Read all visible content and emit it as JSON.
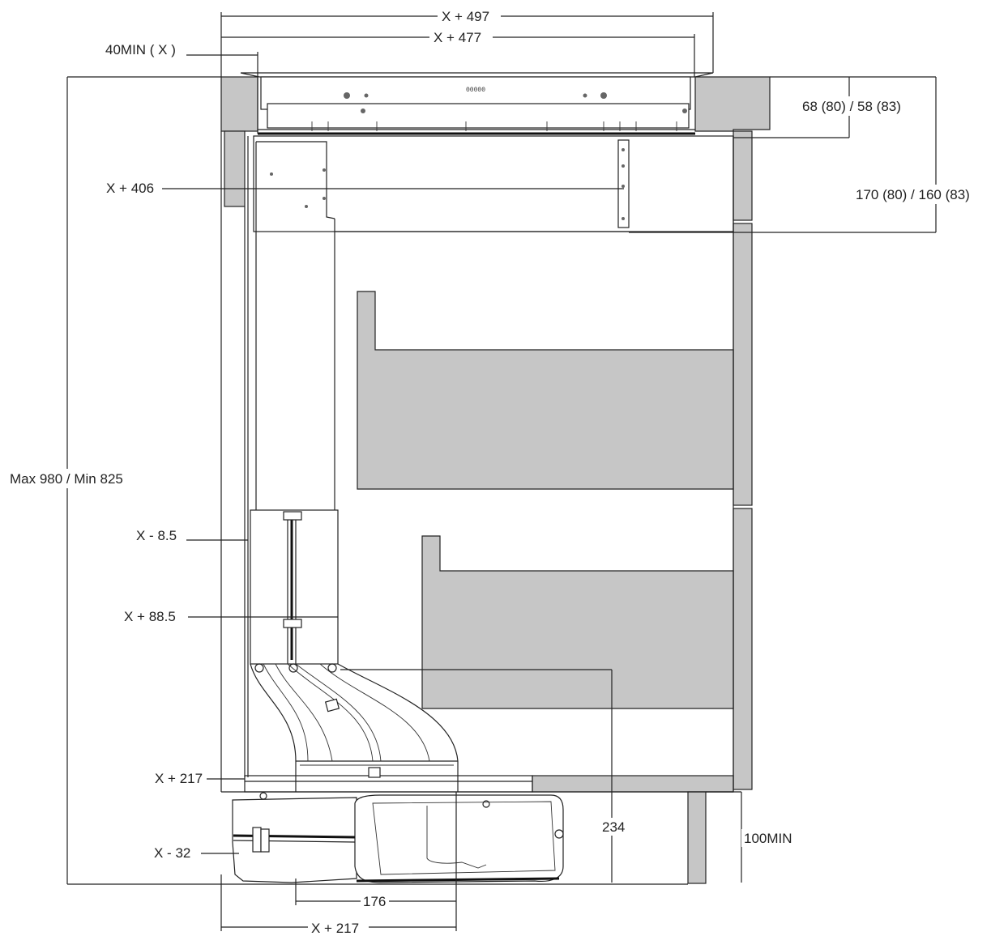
{
  "dimensions": {
    "top_outer": "X + 497",
    "top_inner": "X + 477",
    "min_gap": "40MIN  ( X )",
    "worktop": "68 (80) / 58 (83)",
    "hob_depth": "170 (80) / 160 (83)",
    "duct_top": "X + 406",
    "overall_height": "Max 980 / Min 825",
    "duct_back": "X - 8.5",
    "duct_front": "X + 88.5",
    "plinth_top": "X + 217",
    "motor_left": "X - 32",
    "outlet_height": "234",
    "plinth_min": "100MIN",
    "motor_width": "176",
    "bottom_overall": "X + 217"
  },
  "colors": {
    "cabinet_fill": "#c6c6c6",
    "line": "#222222"
  }
}
